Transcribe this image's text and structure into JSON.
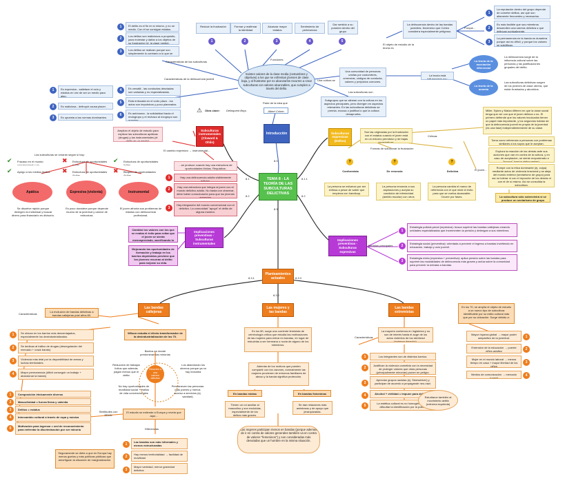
{
  "central": {
    "title": "TEMA 8 - LA TEORÍA DE LAS SUBCULTURAS DELICTIVAS"
  },
  "edges": {
    "e81": "8.1",
    "e82": "8.2",
    "e83": "8.3",
    "e80": "8.0",
    "e811": "8.1.1",
    "e812": "8.1.2",
    "e831": "8.3.1",
    "e832": "8.3.2",
    "e833": "8.3.3"
  },
  "intro": {
    "title": "Introducción",
    "author": "Albert Cohen",
    "part_label": "Parte de la idea que",
    "work_label": "Obra clave:",
    "work_title": "Delinquent Boys",
    "cloud": "Existen valores de la clase media (costumbres y objetivos) a los que se enfrentan jóvenes de clase baja, y al frustrarse por no alcanzarlos recurren a crear subculturas con valores alcanzables, que cumplen a través del delito.",
    "functions_label": "Funciones",
    "functions": [
      "Reducir la frustración",
      "Formar y reafirmar la identidad",
      "Alcanzar mayor estatus",
      "Sentimiento de pertenencia",
      "Dar sentido a su posición dentro del grupo"
    ],
    "chars_label": "Características de las subculturas",
    "chars": [
      "El delito es el fin en sí mismo, y no un medio. Con él se consigue estatus.",
      "Los delitos son maliciosos a propósito, para molestar y dañar a los objetos de su frustración (ej. la clase media).",
      "Los delitos se realizan porque son simplemente lo contrario a lo que se debería hacer."
    ],
    "juv_label": "Características de la delincuencia juvenil",
    "juv_left": [
      "Es expresiva - satisface el ocio y estatus en vez de ser un medio para algo.",
      "Es maliciosa - delinquir causa placer.",
      "Es opuesta a las normas dominantes."
    ],
    "juv_right": [
      "Es versátil - las conductas desviadas son variadas y no especializadas.",
      "Está enfocada en el corto plazo - los actos son impulsivos y poco planeados.",
      "Es autónoma - la solidaridad hacia el endogrupo y el rechazo al exogrupo son grandes."
    ],
    "culture_label": "Una cultura se",
    "culture": "Una comunidad de personas unidas por costumbres, creencias, códigos de conducta, valores y prejuicios comunes.",
    "sub_label": "Las subculturas son",
    "sub": "Subgrupos que se alinean con la cultura en los aspectos principales, pero divergen en aspectos relevantes. En las subculturas delictivas se premia, excusa o justifica lo que la cultura desaprueba.",
    "study_label": "El objeto de estudio de la teoría es",
    "study": "La delincuencia dentro de las bandas juveniles, fenómeno que Cohen considera especialmente peligroso.",
    "why": "Porque...",
    "why_items": [
      "La reputación dentro del grupo depende de cometer delitos, así que son altamente frecuentes y necesarios.",
      "Es más factible que sus miembros desarrollen una carrera delictiva o que delincan puntualmente.",
      "La permanencia en la banda es duradera porque así es difícil, y porque los valores se solidifican."
    ],
    "influence": "La teoría está influenciada por:",
    "inf1_cloud": "La teoría de la asociación diferencial",
    "inf1": "La delincuencia surge de la influencia cultural sobre las personas y las justificaciones grupales del delito.",
    "inf2_cloud": "La teoría de la anomia",
    "inf2": "Las subculturas delictivas surgen de los jóvenes de clase obrera, que están frustrados y aburridos."
  },
  "delinq": {
    "title": "Subculturas expresivas (Dellos)",
    "desc": "Son las originadas por la frustración con el estatus cuando el joven está en un entorno permisivo y de bajas expectativas.",
    "forms_label": "Formas de solucionar la frustración",
    "types": [
      "Conformista",
      "De renuncia",
      "Delictiva"
    ],
    "type_desc": [
      "La persona se esfuerza por ser exitosa a pesar de saber que empieza con handicap.",
      "La persona renuncia a sus aspiraciones y acepta su condición de inferioridad (ámbito escolar) con otros jóvenes en su misma situación.",
      "La persona cambia el marco de referencia con el que mide el éxito para que se vuelva alcanzable. Ocurre por fases."
    ],
    "crit_label": "Críticas",
    "crit": "Miller, Sykes y Matza difieren en que la clase social tenga que ver con que el joven delinca o no. El primero defiende que los valores inculcados tienen un papel más importante, y los segundos hablan de que la delincuencia juvenil es propia de la juventud (es una fase) independientemente de su clase.",
    "joven_label": "El joven...",
    "joven": [
      "Toma como referencia a personas con problemas similares a los suyos que le aceptan.",
      "Explora la reacción de los demás ante sus acciones que van en contra de la cultura, y en caso de aceptación, se siente empoderado e \"innova\" (según delincuentes).",
      "Rompe con la ética dominante (ej. culpa) mediante actos de violencia irracional y se aleja del mundo exterior (sectarismo de grupo) para así no tolerar ni con el reproche de los demás ni con el de sí mismo. Así se consolida la subcultura."
    ],
    "final": "La subcultura sólo sobrevivirá si se produce un sectarismo de grupo"
  },
  "instr": {
    "title": "Subculturas instrumentales (Cloward & Ohlin)",
    "desc": "Amplían el objeto de estudio para explicar las subculturas apáticas (drogas) y las instrumentales (el delito es un medio).",
    "change_label": "El cambio expresivo → instrumental...",
    "req_intro": "...se produce cuando hay una estructura de oportunidades ilícitas. Requisitos:",
    "reqs": [
      "Hay una delincuencia adulta visiblemente exitosa.",
      "Hay una estructura que integra al joven con el mundo delictivo adulto. No basta con observar, debe haber comunicación para que los jóvenes aprendan.",
      "Hay integración del mundo convencional con el delictivo. La comunidad \"apoya\" el delito de alguna manera."
    ],
    "arise": "Las subculturas se crearán según si hay:",
    "cond_a": [
      "Fracaso en el mundo convencional y no convencional.",
      "Apego a los medios ilícitos."
    ],
    "cond_b": [
      "Estructura de oportunidades lícitas.",
      "Estructura de oportunidades ilícitas."
    ],
    "cond_c": [
      "Estructura de oportunidades lícitas.",
      "Bloqueo de oportunidades ilícitas."
    ],
    "clouds": [
      "Apática",
      "Expresiva (violenta)",
      "Instrumental"
    ],
    "cloud_desc": [
      "Se disuelve rápido porque divergen es individual y buscar dinero para financiarlo es divisorio.",
      "Es poco duradera porque depende mucho de la juventud y carece de estructura.",
      "El joven afronta sus problemas de estatus con delincuencia profesional."
    ]
  },
  "prev_left": {
    "title": "Implicaciones preventivas - Subculturas instrumentales",
    "items": [
      "Cambiar los valores con los que se evalúa el éxito para evitar que el joven se sienta menospreciado, sacrificando la competitividad.",
      "Mejorando las oportunidades de formación y trabajo en los barrios deprimidos previene que los jóvenes recurran al delito para mejorar su vida."
    ]
  },
  "prev_right": {
    "title": "Implicaciones preventivas - Subculturas expresivas",
    "label": "Medidas principales",
    "items": [
      "Estrategia policial-penal (represiva): busca suprimir las bandas callejeras creando unidades especializadas que incrementen la presión y detengan a sus miembros.",
      "Estrategia social (preventiva): orientada a prevenir el ingreso a bandas invirtiendo en educación, trabajo y ocio juvenil.",
      "Estrategia mixta (represiva + preventiva): aplica presión sobre las bandas para suprimir las modalidades de delincuencia más graves y actúa sobre la comunidad para prevenir la entrada a bandas."
    ]
  },
  "current": {
    "title": "Planteamientos actuales"
  },
  "street": {
    "title": "Las bandas callejeras",
    "post80": "La evolución de bandas delictivas a bandas callejeras post años 80.",
    "chars_label": "Características",
    "chars": [
      "Se ubican en los barrios más desventajados, especialmente los desindustrializados.",
      "Se dedican al tráfico de drogas (desregulación del mercado + crack barato)",
      "Violencia más letal por la disponibilidad de armas y luchas territoriales.",
      "Mayor permanencia (difícil conseguir un trabajo + abandonar la banda)"
    ],
    "wilson": "Wilson estudia el efecto transformador de la desindustrialización de los 70.",
    "cycle": [
      "Barrios en donde predominan las minorías",
      "Los abandonan los obreros porque ya no hay industria",
      "Permanecen las personas más pobres y menos acceso a servicios (ej. sanidad)",
      "No hay oportunidades de movilidad social + estilos de vida convencionales",
      "Reducción de trabajos lícitos que además pagan menos que el delito"
    ],
    "cycle_center": "Recurren a una carrera delictiva",
    "comp": [
      "Composición étnicamente diversa",
      "Masculinidad = fuerza física y valentía",
      "Delitos = estatus",
      "Intercambio cultural a través de ropa y música",
      "Motivación para ingresar = sed de reconocimiento para enfrentar la discriminación por ser minoría"
    ],
    "extends": "El estudio se extiende a Europa y revela que aquí...",
    "sim_label": "Similitudes con EEUU",
    "diff_label": "Diferencias",
    "diffs": [
      "Las bandas son más informales y menos estructuradas",
      "Hay menos territorialidad → facilidad de movilidad",
      "Mayor variedad, menor gravedad delictiva"
    ],
    "europe": "Seguramente se debe a que en Europa hay menos guetos y más políticas públicas que amortiguan la situación de marginalización."
  },
  "women": {
    "title": "Las mujeres y las bandas",
    "intro": "En los 80, surge una corriente feminista de criminología crítica que estudia las motivaciones de las mujeres para entrar en bandas, en lugar de reducirlas a ser hermana o novia de alguno de los miembros.",
    "motives": "Además de los motivos que pueden compartir con los varones, normalmente las mujeres provienen de entornos familiares de abuso y la banda significa protección.",
    "mixed": "En bandas mixtas",
    "fem": "En bandas femeninas",
    "mixed_desc": "Tienen un rol auxiliar al masculino y son excluidas, especialmente de los delitos más graves.",
    "fem_desc": "Se dan relaciones más amistosas y de apoyo que jerarquizadas.",
    "less": "Las mujeres participan menos en bandas (porque ademas de ir en contra de valores generales también va en contra de valores \"femeninos\") y son consideradas más desviadas que un hombre en la misma situación."
  },
  "extreme": {
    "title": "Las bandas extremistas",
    "chars_label": "Características",
    "intro": "La mayoría comienza en Inglaterra y no son de interés hasta el auge de los actos violentos de los skinhead (extrema derecha).",
    "chars": [
      "Los integrantes son de distintos barrios.",
      "Justifican la violencia cometida con la necesidad de proteger valores que otras personas (principalmente minorías) ponen en peligro.",
      "Aprecian grupos racistas (ej. Skrewdriver) y participan de acuerdo a propagande neo-nazi.",
      "Alcohol + virilidad = impune para delinquir.",
      "La estética cultural es no homogénea para dificultar la identificación por la policía"
    ],
    "anti": "Estudiaron también al movimiento antifa (extrema izquierda)",
    "s70": "En los 70, se amplía el objeto de estudio a un nuevo tipo de subcultura identificable por su estilo cultural más que por su ubicación. Surge debido a:",
    "causes": [
      "Mayor riqueza global → mayor poder adquisitivo de la juventud.",
      "Extensión de la educación → puente niñez-adultez",
      "Mujer en el mundo laboral → menos tiempo en casa + mayor libertad de los niños",
      "Medios de comunicación → mercado juvenil"
    ]
  }
}
